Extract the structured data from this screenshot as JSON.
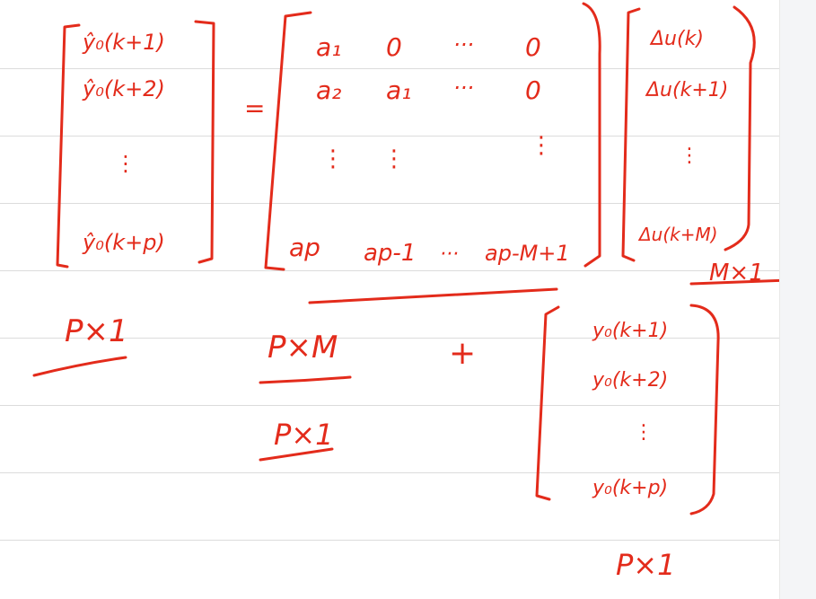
{
  "ink_color": "#e32b1b",
  "line_color": "#dcdcdc",
  "lhs_vector": [
    "ŷ₀(k+1)",
    "ŷ₀(k+2)",
    "⋮",
    "ŷ₀(k+p)"
  ],
  "equals": "=",
  "matrix": {
    "rows": [
      [
        "a₁",
        "0",
        "···",
        "0"
      ],
      [
        "a₂",
        "a₁",
        "···",
        "0"
      ],
      [
        "⋮",
        "⋮",
        "",
        "⋮"
      ],
      [
        "ap",
        "ap-1",
        "···",
        "ap-M+1"
      ]
    ]
  },
  "delta_vector": [
    "Δu(k)",
    "Δu(k+1)",
    "⋮",
    "Δu(k+M)"
  ],
  "dims": {
    "lhs": "P×1",
    "matrix": "P×M",
    "delta": "M×1",
    "product": "P×1",
    "free": "P×1"
  },
  "plus": "+",
  "free_vector": [
    "y₀(k+1)",
    "y₀(k+2)",
    "⋮",
    "y₀(k+p)"
  ]
}
